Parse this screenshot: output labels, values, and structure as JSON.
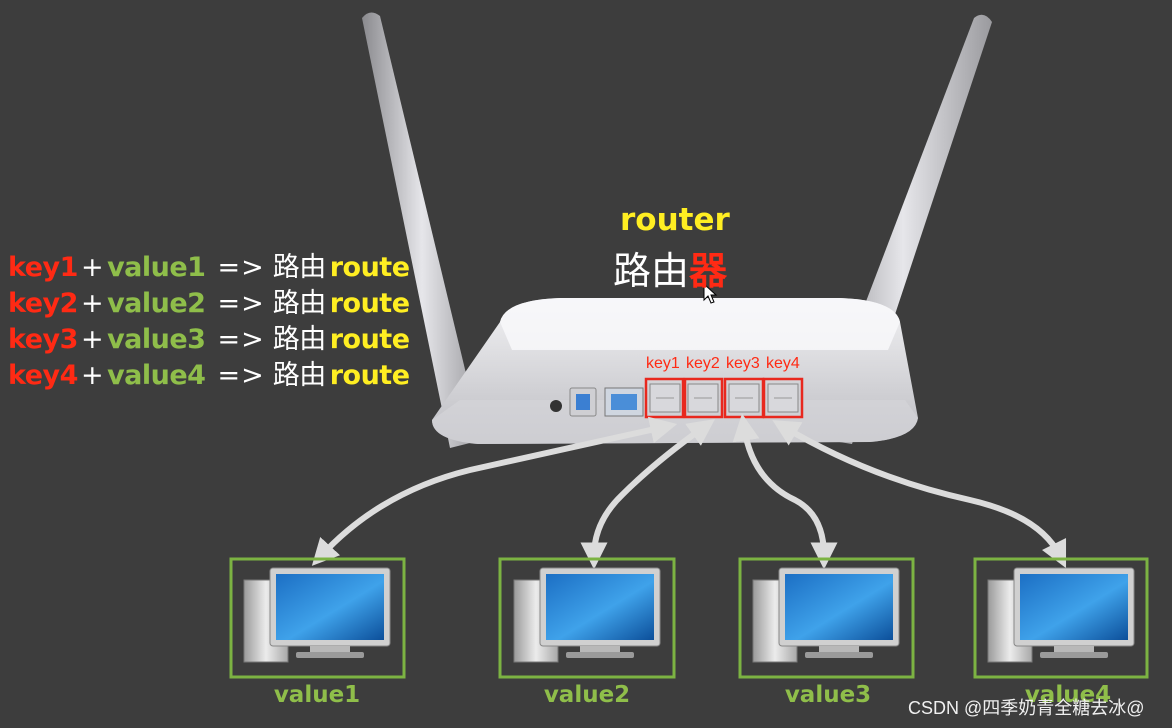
{
  "mappings": [
    {
      "key": "key1",
      "plus": "+",
      "value": "value1",
      "arrow": "=>",
      "zh": "路由",
      "route": "route"
    },
    {
      "key": "key2",
      "plus": "+",
      "value": "value2",
      "arrow": "=>",
      "zh": "路由",
      "route": "route"
    },
    {
      "key": "key3",
      "plus": "+",
      "value": "value3",
      "arrow": "=>",
      "zh": "路由",
      "route": "route"
    },
    {
      "key": "key4",
      "plus": "+",
      "value": "value4",
      "arrow": "=>",
      "zh": "路由",
      "route": "route"
    }
  ],
  "router": {
    "title": "router",
    "zh_white": "路由",
    "zh_red": "器",
    "ports": [
      "key1",
      "key2",
      "key3",
      "key4"
    ]
  },
  "computers": [
    "value1",
    "value2",
    "value3",
    "value4"
  ],
  "watermark": "CSDN @四季奶青全糖去冰@",
  "colors": {
    "background": "#3d3d3d",
    "key": "#ff2a14",
    "value": "#8fbe4a",
    "route": "#ffee22",
    "port_box": "#e8281e",
    "computer_box": "#7cb342",
    "arrow": "#dcdcdc"
  }
}
